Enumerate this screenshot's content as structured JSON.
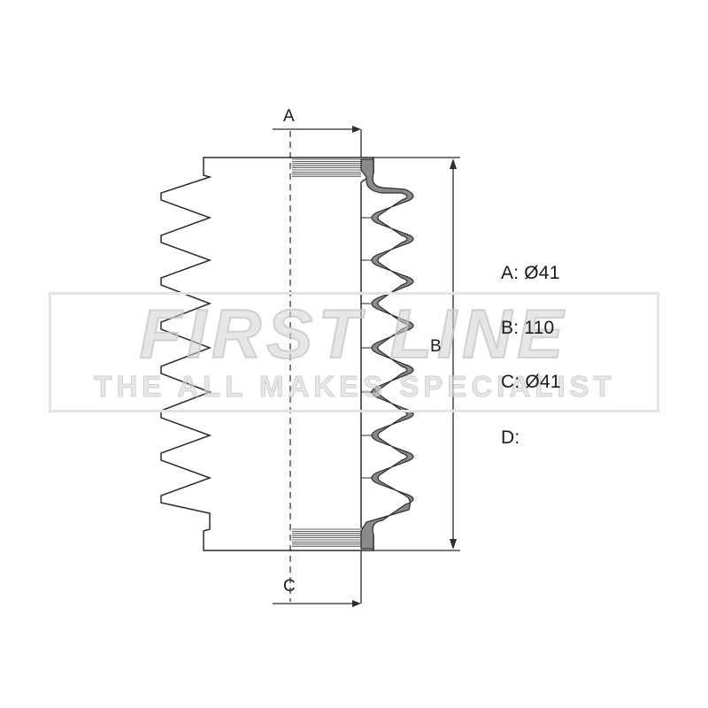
{
  "dimension_labels": {
    "a": "A",
    "b": "B",
    "c": "C"
  },
  "specs": [
    {
      "label": "A: Ø41"
    },
    {
      "label": "B: 110"
    },
    {
      "label": "C: Ø41"
    },
    {
      "label": "D:"
    }
  ],
  "watermark": {
    "brand": "FIRST LINE",
    "tagline": "THE ALL MAKES SPECIALIST"
  },
  "colors": {
    "line": "#2b2b2b",
    "profile_fill": "#8a8a8a",
    "watermark": "#d6d6d6"
  }
}
